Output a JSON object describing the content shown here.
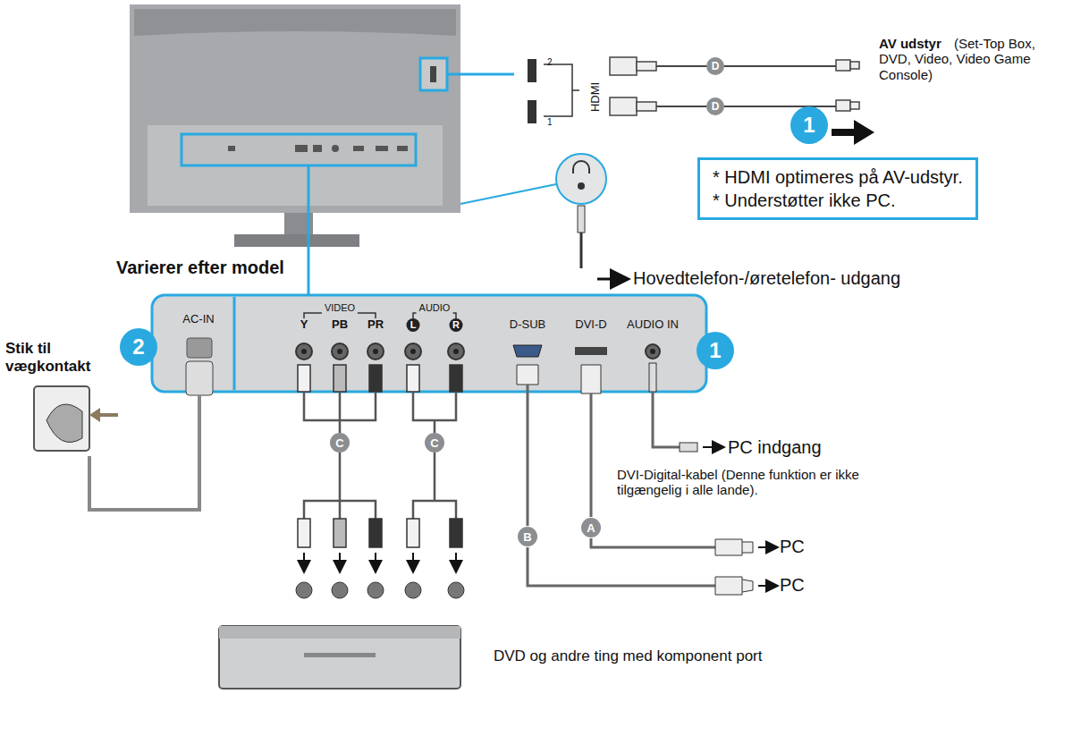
{
  "diagram": {
    "nodes": [
      {
        "text": [
          "* HDMI optimeres på AV-udstyr.",
          "* Understøtter ikke PC."
        ]
      },
      {
        "text": [
          "1"
        ]
      },
      {
        "text": [
          "2"
        ]
      },
      {
        "text": [
          "1"
        ]
      },
      {
        "text": [
          "D"
        ]
      },
      {
        "text": [
          "D"
        ]
      },
      {
        "text": [
          "A"
        ]
      },
      {
        "text": [
          "B"
        ]
      },
      {
        "text": [
          "C"
        ]
      },
      {
        "text": [
          "C"
        ]
      }
    ],
    "labels": [
      "Varierer efter model",
      "Stik til vægkontakt",
      "AV udstyr",
      "(Set-Top Box, DVD, Video, Video Game Console)",
      "HDMI",
      "2",
      "1",
      "Hovedtelefon-/øretelefon- udgang",
      "AC-IN",
      "VIDEO",
      "Y",
      "PB",
      "PR",
      "AUDIO",
      "L",
      "R",
      "D-SUB",
      "DVI-D",
      "AUDIO IN",
      "PC indgang",
      "DVI-Digital-kabel (Denne funktion er ikke tilgængelig i alle lande).",
      "PC",
      "PC",
      "DVD og andre ting med komponent port"
    ]
  }
}
